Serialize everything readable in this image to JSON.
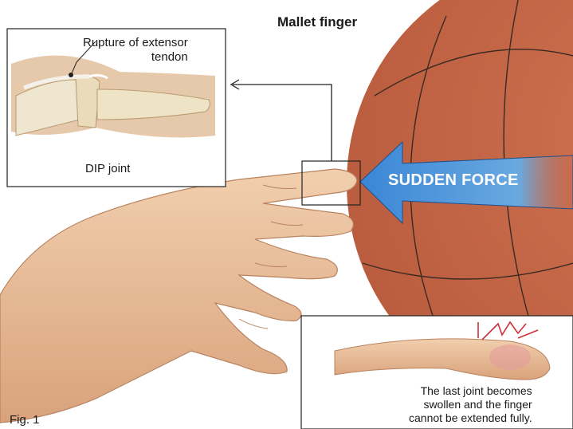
{
  "title": "Mallet finger",
  "inset_top": {
    "rupture_label_line1": "Rupture of extensor",
    "rupture_label_line2": "tendon",
    "joint_label": "DIP joint"
  },
  "force_label": "SUDDEN FORCE",
  "inset_bottom": {
    "caption_line1": "The last joint becomes",
    "caption_line2": "swollen and the finger",
    "caption_line3": "cannot be extended fully."
  },
  "figure_label": "Fig. 1",
  "colors": {
    "ball": "#c8694a",
    "skin": "#e9c09c",
    "arrow": "#3f8fd8",
    "inflammation": "#d0303a"
  }
}
